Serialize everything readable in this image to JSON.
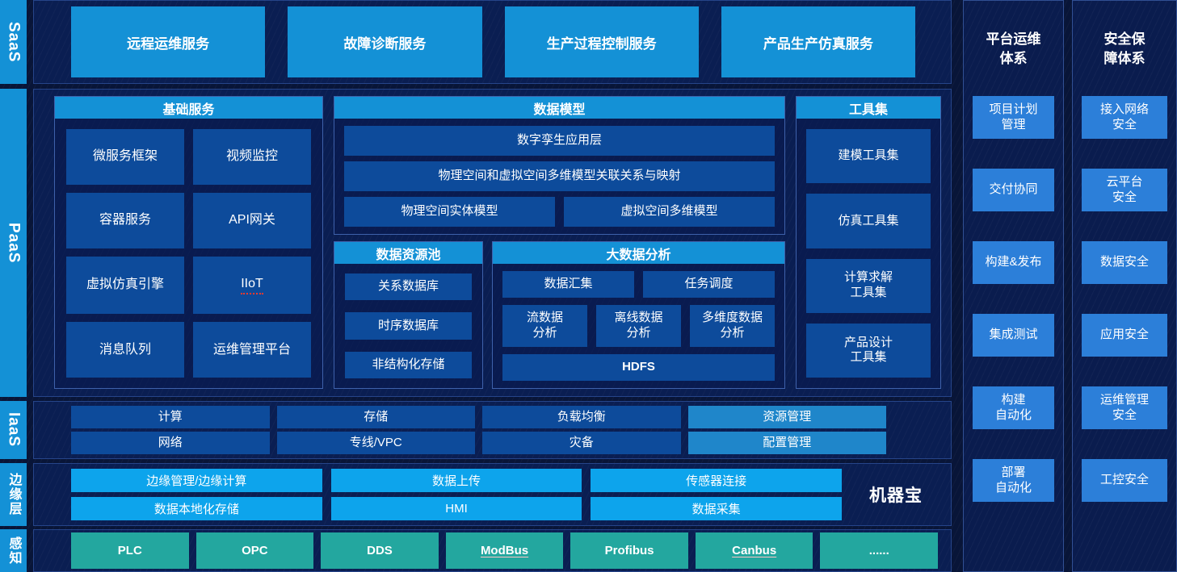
{
  "colors": {
    "bright": "#1491d6",
    "cell": "#0d4b9b",
    "liteCell": "#1f86ca",
    "edge": "#0da4ec",
    "teal": "#23a79f",
    "rpBox": "#2c7fd9"
  },
  "layers": {
    "saas": {
      "label": "SaaS",
      "boxes": [
        "远程运维服务",
        "故障诊断服务",
        "生产过程控制服务",
        "产品生产仿真服务"
      ]
    },
    "paas": {
      "label": "PaaS",
      "basic_services": {
        "title": "基础服务",
        "cells": [
          "微服务框架",
          "视频监控",
          "容器服务",
          "API网关",
          "虚拟仿真引擎",
          "IIoT",
          "消息队列",
          "运维管理平台"
        ]
      },
      "data_model": {
        "title": "数据模型",
        "full_rows": [
          "数字孪生应用层",
          "物理空间和虚拟空间多维模型关联关系与映射"
        ],
        "split_row": [
          "物理空间实体模型",
          "虚拟空间多维模型"
        ]
      },
      "data_pool": {
        "title": "数据资源池",
        "cells": [
          "关系数据库",
          "时序数据库",
          "非结构化存储"
        ]
      },
      "big_data": {
        "title": "大数据分析",
        "top_row": [
          "数据汇集",
          "任务调度"
        ],
        "middle_row": [
          "流数据\n分析",
          "离线数据\n分析",
          "多维度数据\n分析"
        ],
        "bottom": "HDFS"
      },
      "toolset": {
        "title": "工具集",
        "cells": [
          "建模工具集",
          "仿真工具集",
          "计算求解\n工具集",
          "产品设计\n工具集"
        ]
      }
    },
    "iaas": {
      "label": "IaaS",
      "row1": [
        "计算",
        "存储",
        "负载均衡",
        "资源管理"
      ],
      "row2": [
        "网络",
        "专线/VPC",
        "灾备",
        "配置管理"
      ]
    },
    "edge": {
      "label": "边缘层",
      "columns": [
        [
          "边缘管理/边缘计算",
          "数据本地化存储"
        ],
        [
          "数据上传",
          "HMI"
        ],
        [
          "传感器连接",
          "数据采集"
        ]
      ],
      "device_label": "机器宝"
    },
    "perception": {
      "label": "感知",
      "cells": [
        "PLC",
        "OPC",
        "DDS",
        "ModBus",
        "Profibus",
        "Canbus",
        "......"
      ]
    }
  },
  "right_panels": [
    {
      "title": "平台运维\n体系",
      "boxes": [
        "项目计划\n管理",
        "交付协同",
        "构建&发布",
        "集成测试",
        "构建\n自动化",
        "部署\n自动化"
      ]
    },
    {
      "title": "安全保\n障体系",
      "boxes": [
        "接入网络\n安全",
        "云平台\n安全",
        "数据安全",
        "应用安全",
        "运维管理\n安全",
        "工控安全"
      ]
    }
  ]
}
